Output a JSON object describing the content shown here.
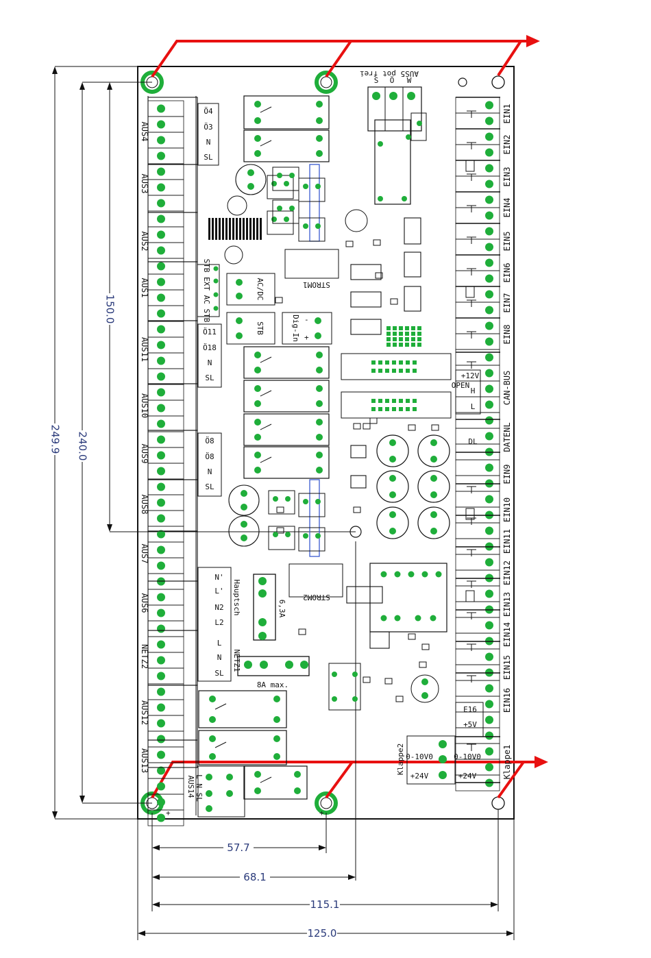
{
  "colors": {
    "outline": "#111111",
    "pad": "#1fae3a",
    "arrow": "#e81010",
    "dimension": "#2a3a7a",
    "fuse": "#3a5bd0"
  },
  "dimensions": {
    "vertical": [
      "249.9",
      "240.0",
      "150.0"
    ],
    "horizontal": [
      "57.7",
      "68.1",
      "115.1",
      "125.0"
    ]
  },
  "top_labels": {
    "aus5_header": "AUS5 pot frei",
    "aus5_pins": [
      "S",
      "Ö",
      "W"
    ]
  },
  "left_outputs": [
    "AUS4",
    "AUS3",
    "AUS2",
    "AUS1",
    "AUS11",
    "AUS10",
    "AUS9",
    "AUS8",
    "AUS7",
    "AUS6",
    "NETZ2",
    "AUS12",
    "AUS13"
  ],
  "left_terminal_labels": {
    "aus4": [
      "Ö4",
      "Ö3",
      "N",
      "SL"
    ],
    "aus11": [
      "Ö11",
      "Ö18",
      "N",
      "SL"
    ],
    "aus9": [
      "Ö8",
      "Ö8",
      "N",
      "SL"
    ],
    "netz": [
      "N'",
      "L'",
      "N2",
      "L2",
      "L",
      "N",
      "SL"
    ]
  },
  "right_inputs": [
    "EIN1",
    "EIN2",
    "EIN3",
    "EIN4",
    "EIN5",
    "EIN6",
    "EIN7",
    "EIN8",
    "CAN-BUS",
    "DATENL",
    "EIN9",
    "EIN10",
    "EIN11",
    "EIN12",
    "EIN13",
    "EIN14",
    "EIN15",
    "EIN16",
    "Klappe1"
  ],
  "right_terminal_labels": {
    "can": [
      "+12V",
      "H",
      "L"
    ],
    "open": "OPEN",
    "datenl": "DL",
    "bottom": [
      "E16",
      "+5V",
      "0-10V0",
      "+24V"
    ]
  },
  "center_labels": {
    "ac_dc": "AC/DC",
    "stb": "STB",
    "dig_in": "Dig-In",
    "dig_minus": "-",
    "dig_plus": "+",
    "stb_group": "STB EXT AC STB",
    "strom1": "STROM1",
    "strom2": "STROM2",
    "hauptsch": "Hauptsch",
    "fuse_63": "6,3A",
    "netz1": "NETZ1",
    "fuse_8": "8A max.",
    "klappe2": "Klappe2",
    "klappe2_pins": [
      "0-10V0",
      "+24V"
    ],
    "aus14": "AUS14",
    "aus14_pins": "L N SL",
    "plus": "+"
  }
}
